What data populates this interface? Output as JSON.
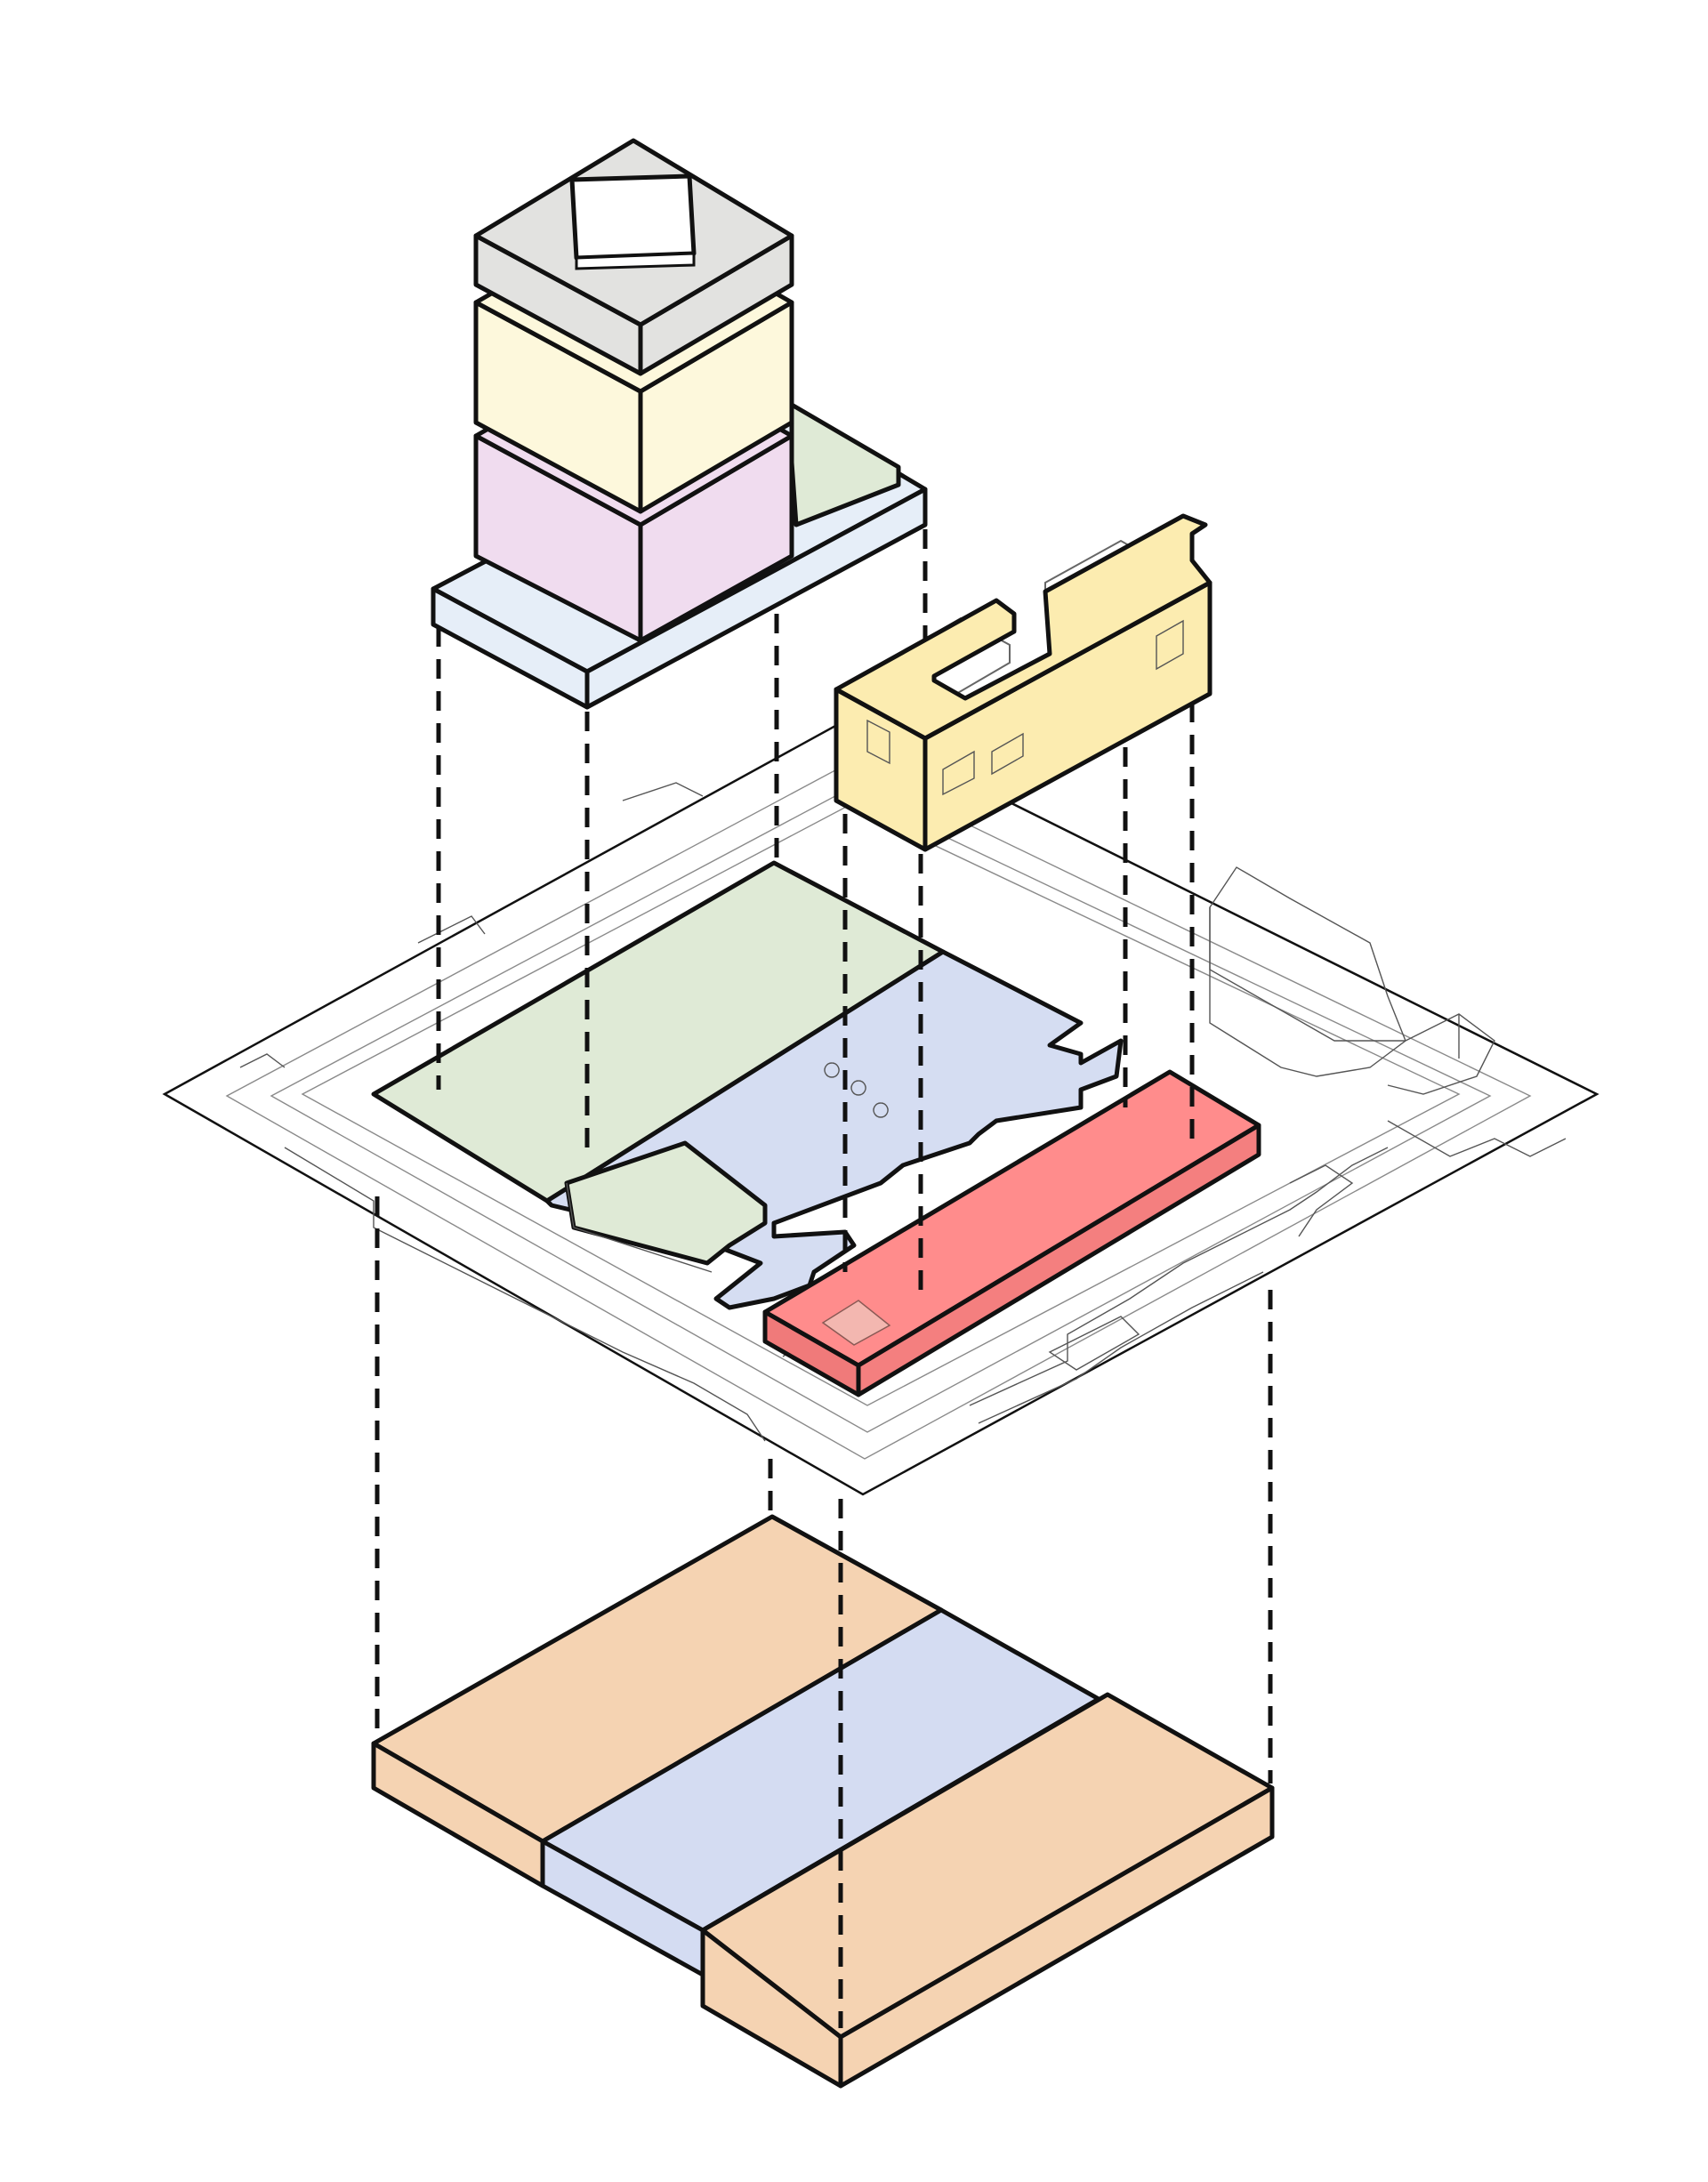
{
  "diagram": {
    "type": "exploded-axonometric-massing",
    "text_labels": [],
    "palette": {
      "tower_roof": "#e2e2e0",
      "tower_middle": "#fdf8dc",
      "tower_lower": "#f0dcef",
      "podium": "#e6eef8",
      "terrace_green": "#dfead6",
      "east_block": "#fcecb0",
      "site_plaza": "#d5ddf2",
      "site_red_bar": "#ff8c8c",
      "basement": "#f5d3b2",
      "basement_center": "#d4dcf2",
      "outline": "#111111"
    },
    "layers": [
      {
        "id": "tower",
        "parts": [
          "tower_roof",
          "tower_middle",
          "tower_lower",
          "podium",
          "terrace_green"
        ]
      },
      {
        "id": "east_block",
        "parts": [
          "east_block"
        ]
      },
      {
        "id": "site_plan",
        "parts": [
          "green_field",
          "plaza",
          "red_bar",
          "green_pad",
          "context_buildings"
        ]
      },
      {
        "id": "basement",
        "parts": [
          "basement_left",
          "basement_center",
          "basement_right"
        ]
      }
    ]
  }
}
